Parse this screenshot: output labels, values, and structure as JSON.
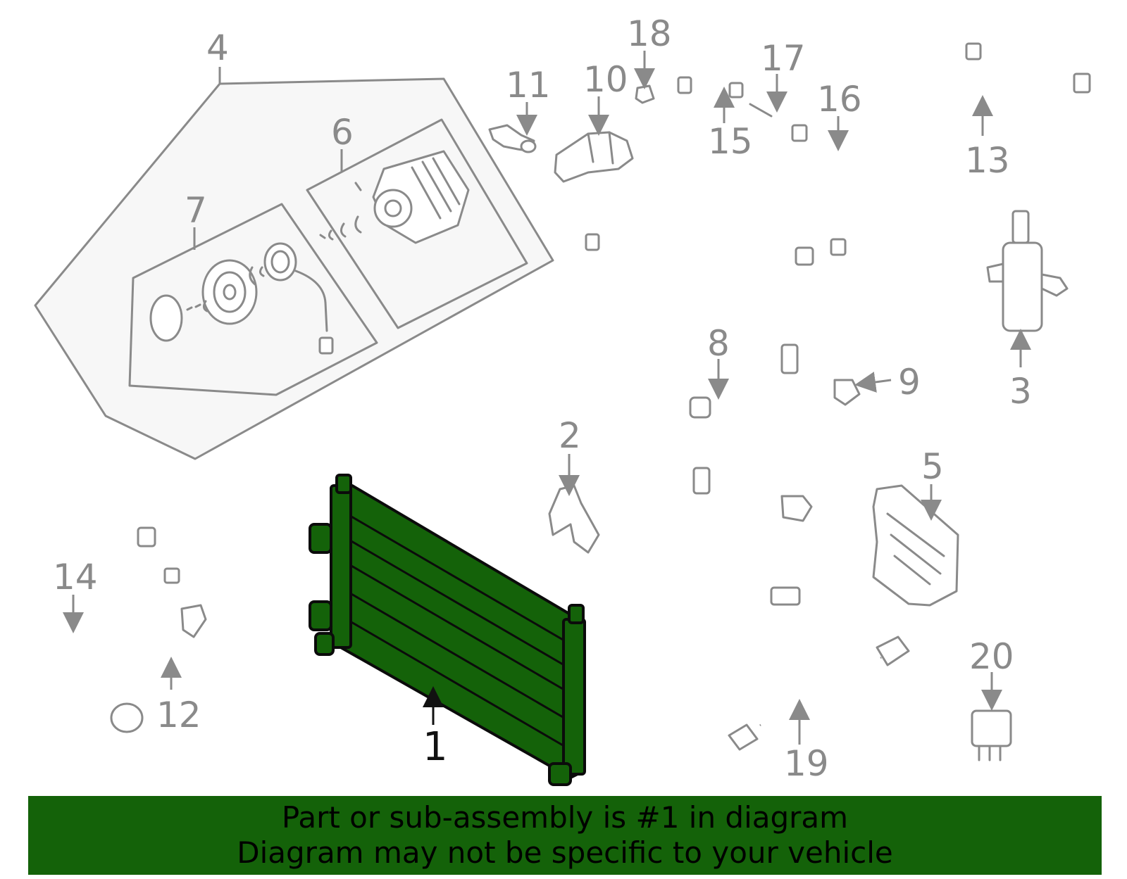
{
  "callouts": {
    "c1": "1",
    "c2": "2",
    "c3": "3",
    "c4": "4",
    "c5": "5",
    "c6": "6",
    "c7": "7",
    "c8": "8",
    "c9": "9",
    "c10": "10",
    "c11": "11",
    "c12": "12",
    "c13": "13",
    "c14": "14",
    "c15": "15",
    "c16": "16",
    "c17": "17",
    "c18": "18",
    "c19": "19",
    "c20": "20"
  },
  "highlighted_part": "1",
  "colors": {
    "highlight": "#146209",
    "line": "#8a8a8a",
    "banner_bg": "#146209"
  },
  "banner": {
    "line1": "Part or sub-assembly is #1 in diagram",
    "line2": "Diagram may not be specific to your vehicle"
  }
}
